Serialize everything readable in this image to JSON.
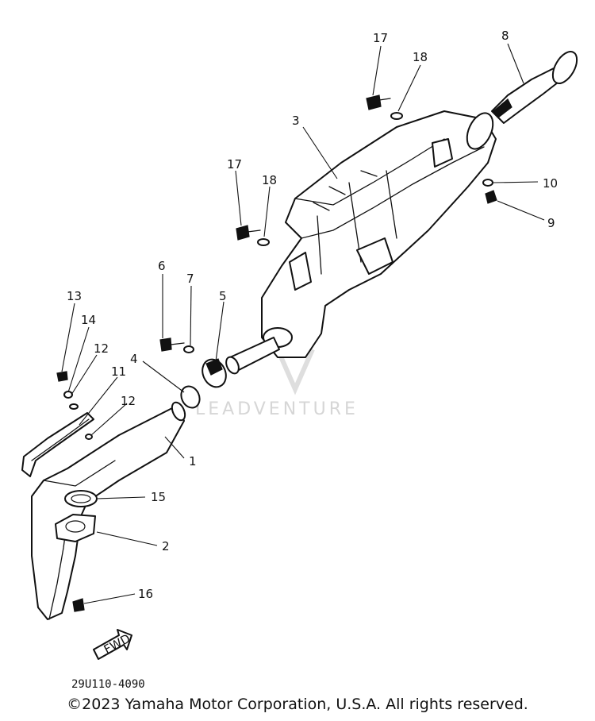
{
  "callouts": [
    {
      "label": "1"
    },
    {
      "label": "2"
    },
    {
      "label": "3"
    },
    {
      "label": "4"
    },
    {
      "label": "5"
    },
    {
      "label": "6"
    },
    {
      "label": "7"
    },
    {
      "label": "8"
    },
    {
      "label": "9"
    },
    {
      "label": "10"
    },
    {
      "label": "11"
    },
    {
      "label": "12"
    },
    {
      "label": "12"
    },
    {
      "label": "13"
    },
    {
      "label": "14"
    },
    {
      "label": "15"
    },
    {
      "label": "16"
    },
    {
      "label": "17"
    },
    {
      "label": "17"
    },
    {
      "label": "18"
    },
    {
      "label": "18"
    }
  ],
  "direction_label": "FWD",
  "diagram_code": "29U110-4090",
  "watermark": "LEADVENTURE",
  "copyright": "©2023 Yamaha Motor Corporation, U.S.A. All rights reserved."
}
